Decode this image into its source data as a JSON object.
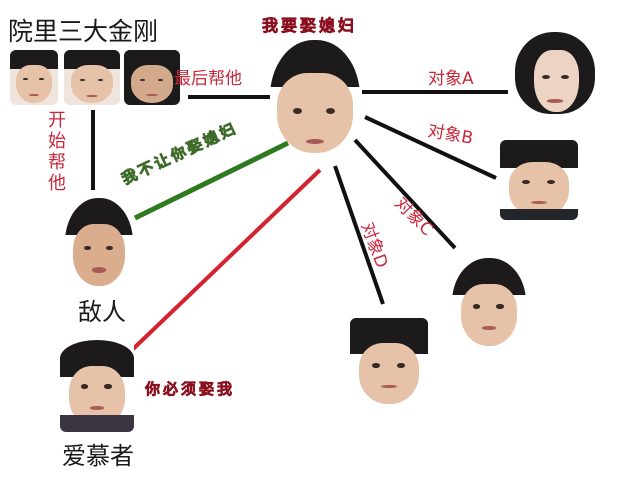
{
  "title": "院里三大金刚",
  "protagonist": {
    "caption": "我要娶媳妇"
  },
  "nodes": {
    "elders": {
      "label": "院里三大金刚",
      "count": 3
    },
    "enemy": {
      "label": "敌人"
    },
    "admirer": {
      "label": "爱慕者"
    },
    "targets": [
      {
        "label": "对象A"
      },
      {
        "label": "对象B"
      },
      {
        "label": "对象C"
      },
      {
        "label": "对象D"
      }
    ]
  },
  "edges": {
    "elders_to_protagonist": {
      "label": "最后帮他",
      "color": "#111111"
    },
    "elders_to_enemy": {
      "label": "开始帮他",
      "color": "#111111"
    },
    "enemy_to_protagonist": {
      "label": "我不让你娶媳妇",
      "color": "#2f7a1f"
    },
    "admirer_to_protagonist": {
      "label": "你必须娶我",
      "color": "#d4232f"
    },
    "protagonist_to_targets_color": "#111111"
  }
}
